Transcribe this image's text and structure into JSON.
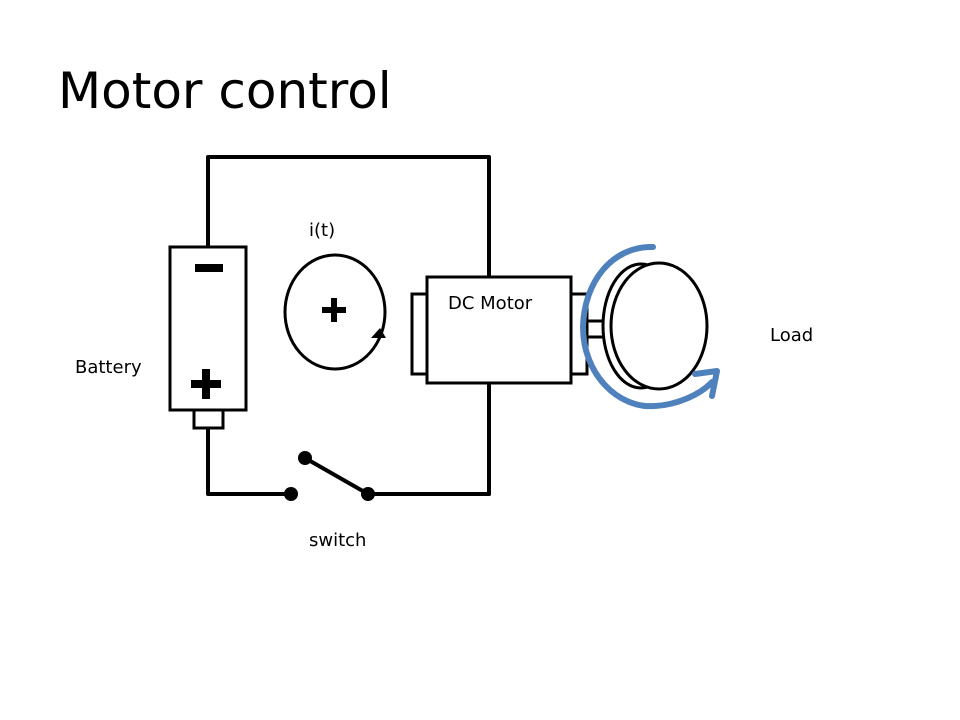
{
  "slide": {
    "title": "Motor control"
  },
  "diagram": {
    "labels": {
      "current": "i(t)",
      "motor": "DC Motor",
      "load": "Load",
      "battery": "Battery",
      "switch": "switch"
    },
    "colors": {
      "wire": "#000000",
      "rotation_arrow": "#4f81bd",
      "background": "#ffffff"
    }
  }
}
